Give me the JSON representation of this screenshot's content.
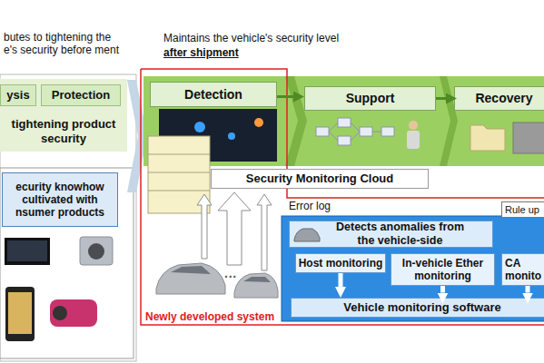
{
  "diagram": {
    "nodes": [
      {
        "text": [
          "tightening product security"
        ]
      },
      {
        "text": [
          "ysis"
        ],
        "in": 0
      },
      {
        "text": [
          "Protection"
        ],
        "in": 0
      },
      {
        "text": [
          "ecurity knowhow cultivated with nsumer products"
        ]
      },
      {
        "text": [
          "Detection"
        ]
      },
      {
        "text": [
          "Support"
        ]
      },
      {
        "text": [
          "Recovery"
        ]
      },
      {
        "text": [
          "Security Monitoring Cloud"
        ]
      },
      {
        "text": [
          "Rule up"
        ]
      },
      {
        "text": [
          "Detects anomalies from the vehicle-side"
        ]
      },
      {
        "text": [
          "Host monitoring"
        ]
      },
      {
        "text": [
          "In-vehicle Ether monitoring"
        ]
      },
      {
        "text": [
          "CA monito"
        ]
      },
      {
        "text": [
          "Vehicle monitoring software"
        ]
      }
    ],
    "edges": [
      {
        "from": 4,
        "to": 5,
        "arrow": "to"
      },
      {
        "from": 5,
        "to": 6,
        "arrow": "to"
      },
      {
        "from": 10,
        "to": 13,
        "arrow": "to"
      },
      {
        "from": 11,
        "to": 13,
        "arrow": "to"
      },
      {
        "from": 12,
        "to": 13,
        "arrow": "to"
      }
    ],
    "labels": [
      "butes to tightening the e's security before ment",
      "Maintains the vehicle's security level",
      "after shipment",
      "Error log",
      "···",
      "Newly developed system"
    ]
  }
}
